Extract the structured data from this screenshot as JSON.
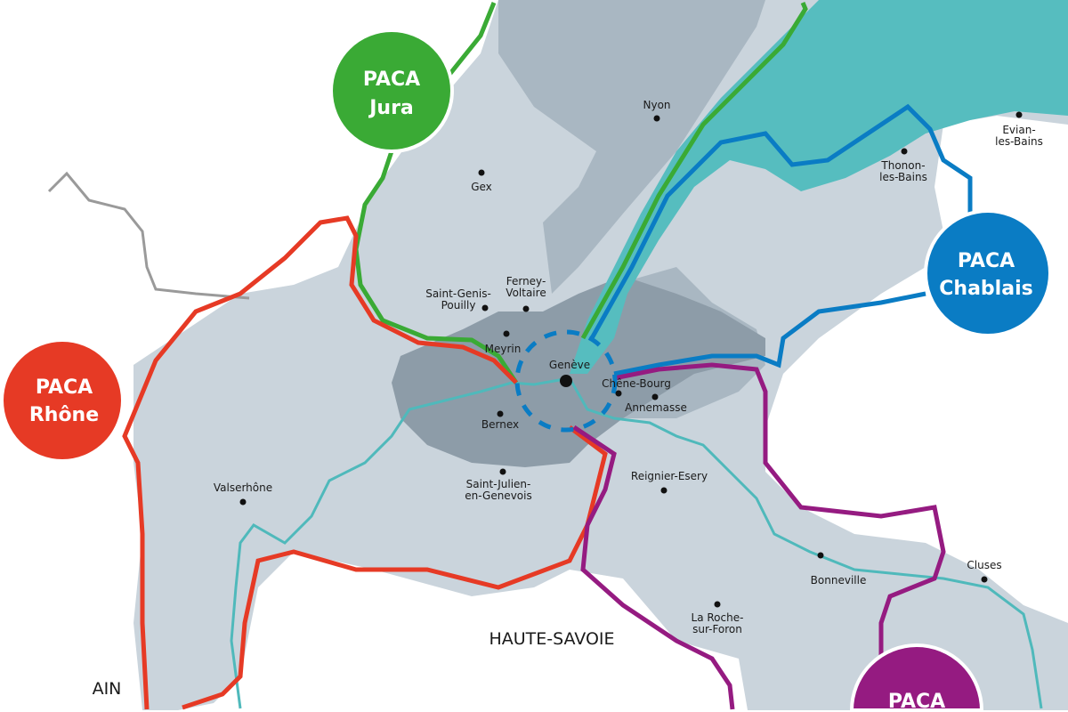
{
  "colors": {
    "rhone": "#e63a25",
    "jura": "#3aaa35",
    "chablais": "#0a7cc4",
    "arve": "#951b81",
    "lake": "#56bdbf",
    "land_light": "#cad4dc",
    "land_mid": "#a9b7c2",
    "land_core": "#8d9ca8",
    "river": "#4fb9bb",
    "road": "#9a9a9a"
  },
  "bubbles": {
    "jura": [
      "PACA",
      "Jura"
    ],
    "rhone": [
      "PACA",
      "Rhône"
    ],
    "chablais": [
      "PACA",
      "Chablais"
    ],
    "arve": [
      "PACA"
    ]
  },
  "regions": {
    "haute_savoie": "HAUTE-SAVOIE",
    "ain": "AIN"
  },
  "cities": {
    "nyon": [
      "Nyon"
    ],
    "gex": [
      "Gex"
    ],
    "evian": [
      "Evian-",
      "les-Bains"
    ],
    "thonon": [
      "Thonon-",
      "les-Bains"
    ],
    "ferney": [
      "Ferney-",
      "Voltaire"
    ],
    "saint_genis": [
      "Saint-Genis-",
      "Pouilly"
    ],
    "meyrin": [
      "Meyrin"
    ],
    "geneve": [
      "Genève"
    ],
    "chene_bourg": [
      "Chêne-Bourg"
    ],
    "annemasse": [
      "Annemasse"
    ],
    "bernex": [
      "Bernex"
    ],
    "saint_julien": [
      "Saint-Julien-",
      "en-Genevois"
    ],
    "reignier": [
      "Reignier-Esery"
    ],
    "valserhone": [
      "Valserhône"
    ],
    "bonneville": [
      "Bonneville"
    ],
    "cluses": [
      "Cluses"
    ],
    "la_roche": [
      "La Roche-",
      "sur-Foron"
    ]
  }
}
